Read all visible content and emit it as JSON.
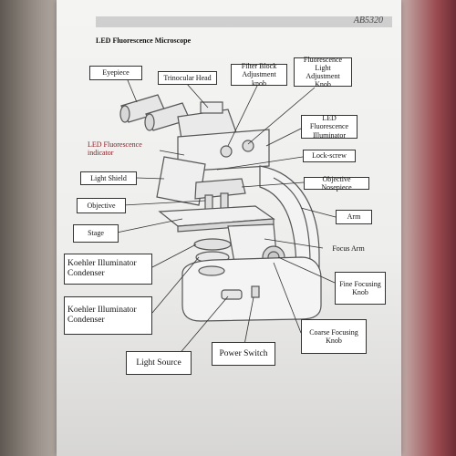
{
  "document": {
    "model": "AB5320",
    "title": "LED Fluorescence Microscope"
  },
  "labels": {
    "eyepiece": "Eyepiece",
    "trinocular_head": "Trinocular Head",
    "filter_block_knob": "Filter Block Adjustment knob",
    "fluorescence_light_knob": "Fluorescence Light Adjustment Knob",
    "led_fluorescence_illuminator": "LED Fluorescence Illuminator",
    "led_fluorescence_indicator": "LED Fluorescence indicator",
    "lock_screw": "Lock-screw",
    "light_shield": "Light Shield",
    "objective_nosepiece": "Objective Nosepiece",
    "objective": "Objective",
    "arm": "Arm",
    "stage": "Stage",
    "focus_arm": "Focus Arm",
    "koehler_condenser_1": "Koehler Illuminator Condenser",
    "fine_focusing_knob": "Fine Focusing Knob",
    "koehler_condenser_2": "Koehler Illuminator Condenser",
    "coarse_focusing_knob": "Coarse Focusing Knob",
    "power_switch": "Power Switch",
    "light_source": "Light Source"
  },
  "colors": {
    "indicator_text": "#8b1e25",
    "paper": "#f2f2f0",
    "line": "#333333"
  }
}
